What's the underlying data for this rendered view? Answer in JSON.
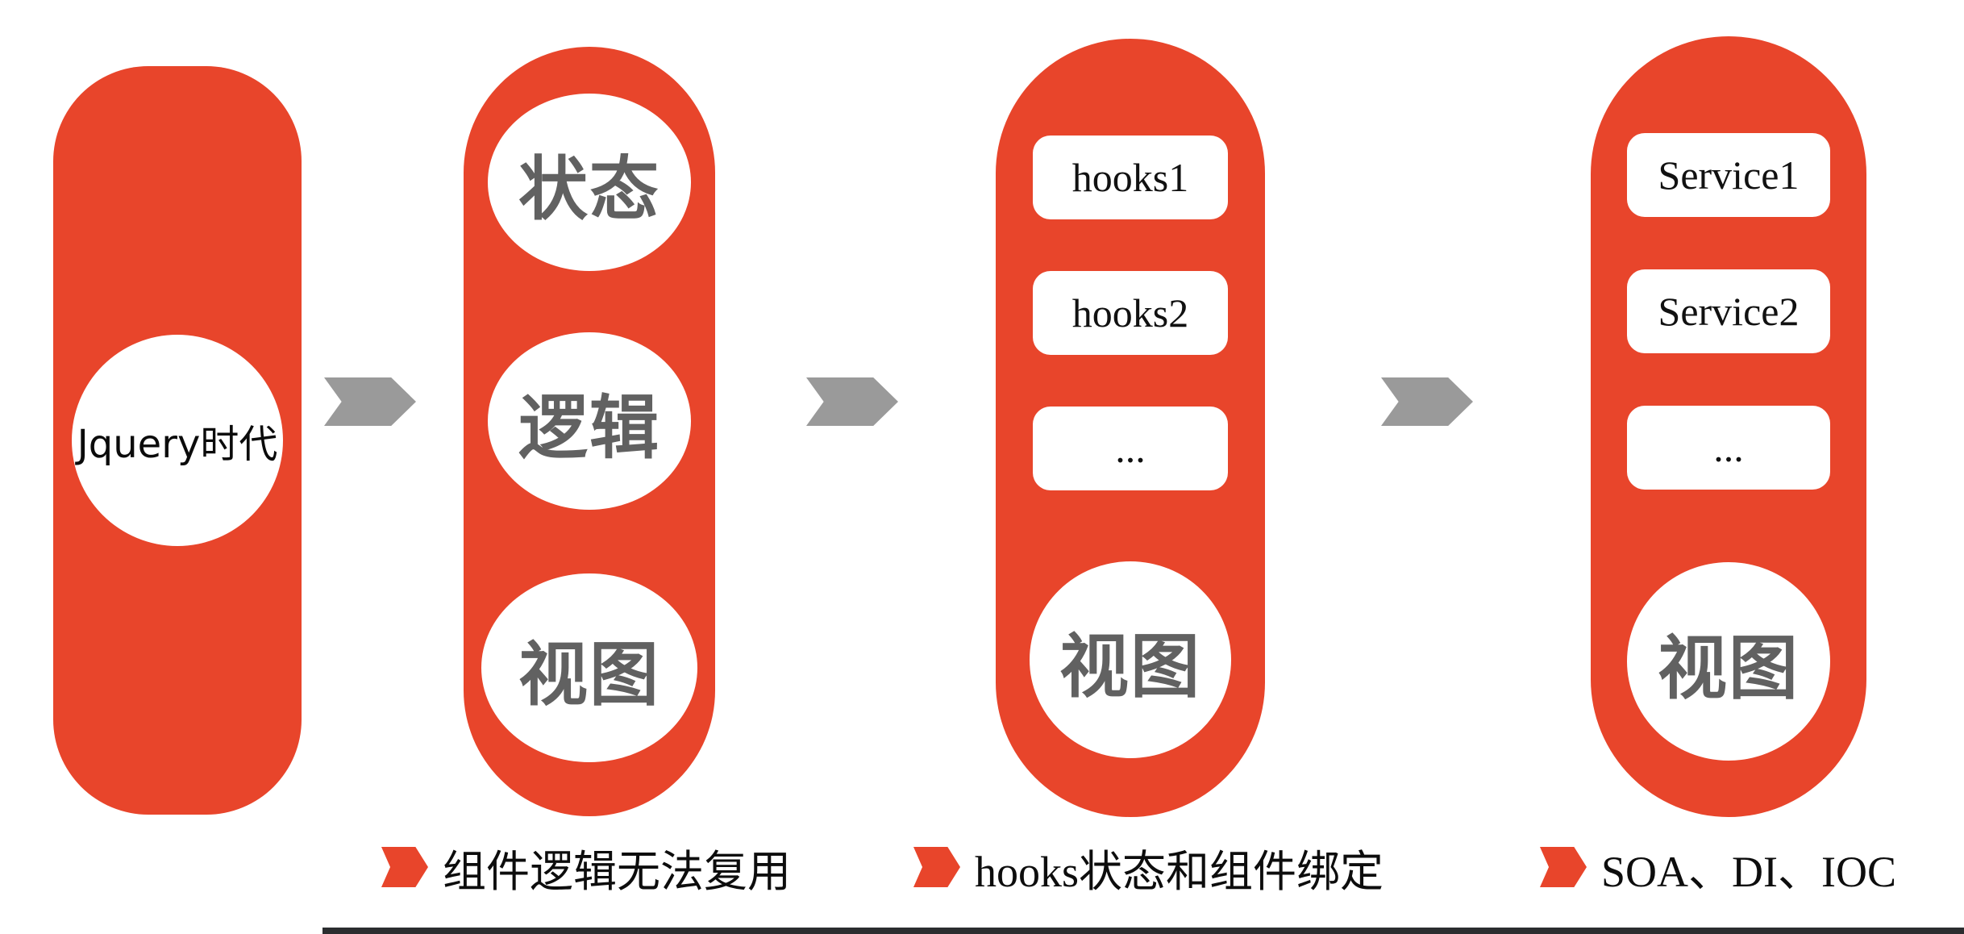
{
  "colors": {
    "red": "#E8452B",
    "arrow": "#9A9A9A",
    "circle_text": "#616161",
    "box_text": "#111111",
    "label_text": "#0D0D0D",
    "divider": "#2B2D2F"
  },
  "stages": [
    {
      "id": "jquery-era",
      "label": "Jquery时代"
    },
    {
      "id": "component-era",
      "circles": [
        "状态",
        "逻辑",
        "视图"
      ],
      "caption": "组件逻辑无法复用"
    },
    {
      "id": "hooks-era",
      "boxes": [
        "hooks1",
        "hooks2",
        "..."
      ],
      "circle": "视图",
      "caption": "hooks状态和组件绑定"
    },
    {
      "id": "service-era",
      "boxes": [
        "Service1",
        "Service2",
        "..."
      ],
      "circle": "视图",
      "caption": "SOA、DI、IOC"
    }
  ]
}
